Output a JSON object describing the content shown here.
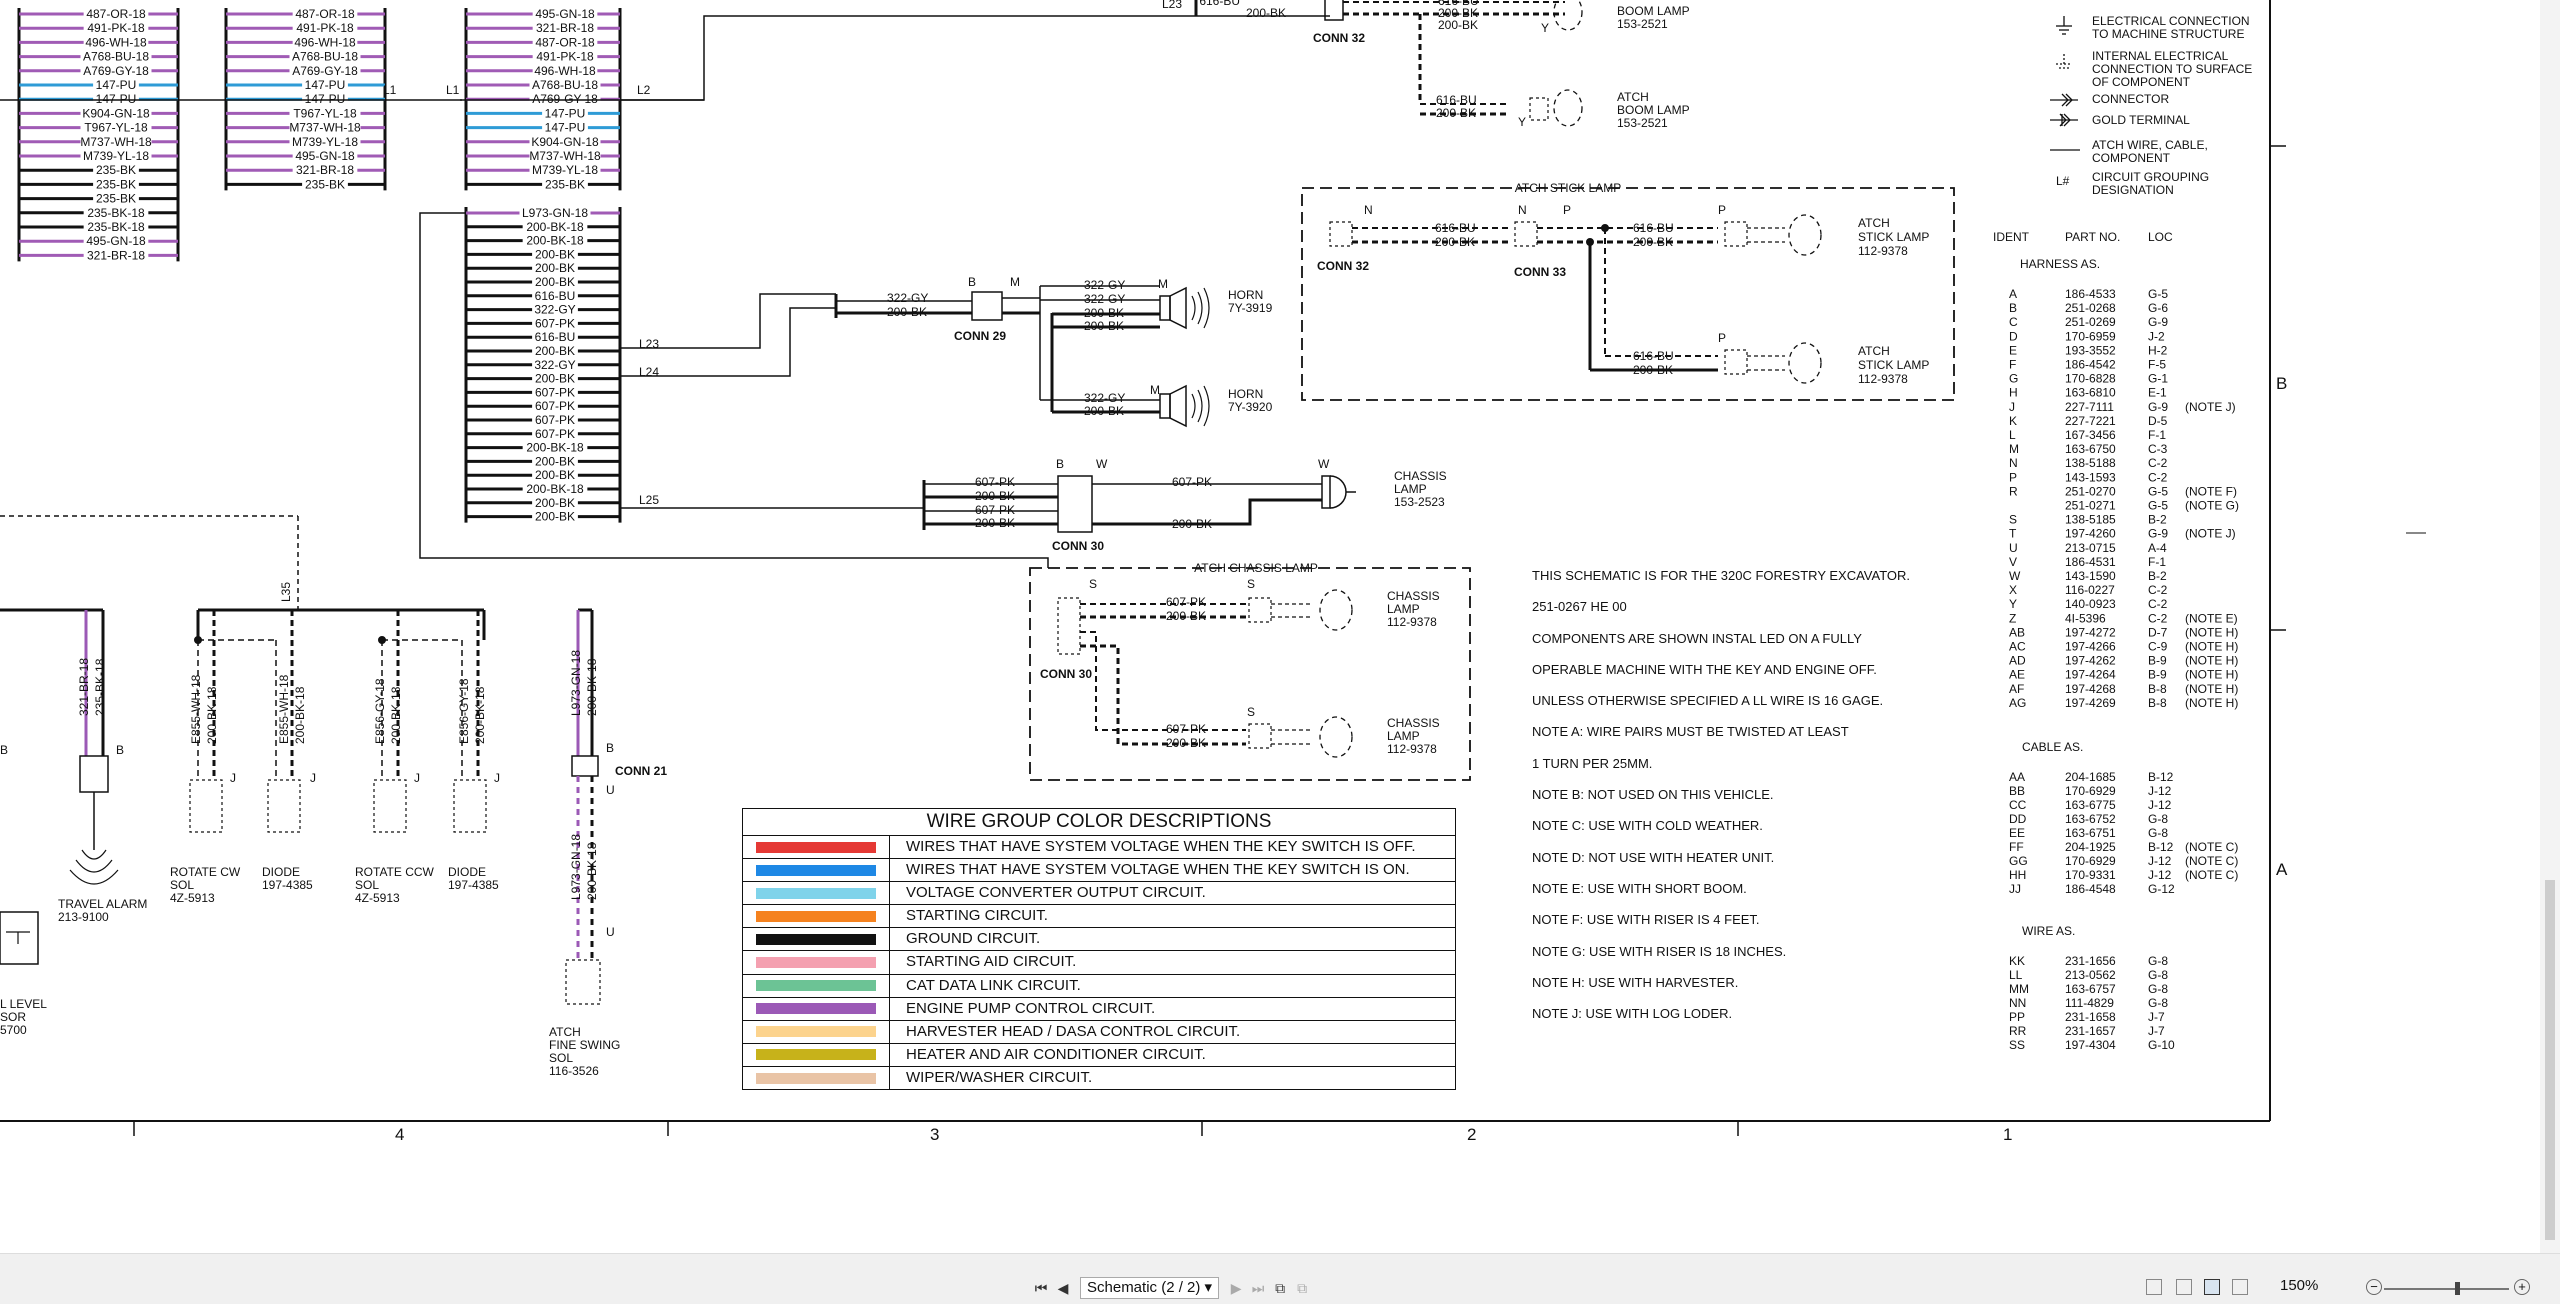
{
  "viewer": {
    "page_select": "Schematic (2 / 2)",
    "zoom": "150%",
    "first_icon": "first-page-icon",
    "prev_icon": "prev-page-icon",
    "next_icon": "next-page-icon",
    "last_icon": "last-page-icon"
  },
  "frame": {
    "columns": [
      "4",
      "3",
      "2",
      "1"
    ],
    "rows": [
      "B",
      "A"
    ]
  },
  "harness": {
    "col1": [
      "487-OR-18",
      "491-PK-18",
      "496-WH-18",
      "A768-BU-18",
      "A769-GY-18",
      "147-PU",
      "147-PU",
      "K904-GN-18",
      "T967-YL-18",
      "M737-WH-18",
      "M739-YL-18",
      "235-BK",
      "235-BK",
      "235-BK",
      "235-BK-18",
      "235-BK-18",
      "495-GN-18",
      "321-BR-18"
    ],
    "col2": [
      "487-OR-18",
      "491-PK-18",
      "496-WH-18",
      "A768-BU-18",
      "A769-GY-18",
      "147-PU",
      "147-PU",
      "T967-YL-18",
      "M737-WH-18",
      "M739-YL-18",
      "495-GN-18",
      "321-BR-18",
      "235-BK"
    ],
    "col3": [
      "495-GN-18",
      "321-BR-18",
      "487-OR-18",
      "491-PK-18",
      "496-WH-18",
      "A768-BU-18",
      "A769-GY-18",
      "147-PU",
      "147-PU",
      "K904-GN-18",
      "M737-WH-18",
      "M739-YL-18",
      "235-BK"
    ],
    "col3b": [
      "L973-GN-18",
      "200-BK-18",
      "200-BK-18",
      "200-BK",
      "200-BK",
      "200-BK",
      "616-BU",
      "322-GY",
      "607-PK",
      "616-BU",
      "200-BK",
      "322-GY",
      "200-BK",
      "607-PK",
      "607-PK",
      "607-PK",
      "607-PK",
      "200-BK-18",
      "200-BK",
      "200-BK",
      "200-BK-18",
      "200-BK",
      "200-BK"
    ],
    "line_labels": [
      "L1",
      "L1",
      "L2",
      "L23",
      "L24",
      "L25",
      "L35",
      "L23"
    ]
  },
  "components": {
    "boom1": {
      "w1": "616-BU",
      "w2": "200-BK",
      "w3": "200-BK",
      "w4": "616-BU",
      "w5": "200-BK",
      "name": "BOOM LAMP",
      "part": "153-2521",
      "conn": "CONN 32",
      "pin": "Y"
    },
    "boom2": {
      "w1": "616-BU",
      "w2": "200-BK",
      "name1": "ATCH",
      "name2": "BOOM LAMP",
      "part": "153-2521",
      "pin": "Y"
    },
    "stick": {
      "title": "ATCH STICK LAMP",
      "conn32": "CONN 32",
      "conn33": "CONN 33",
      "w1": "616-BU",
      "w2": "200-BK",
      "w3": "616-BU",
      "w4": "200-BK",
      "w5": "616-BU",
      "w6": "200-BK",
      "lamp1a": "ATCH",
      "lamp1b": "STICK LAMP",
      "lamp1c": "112-9378",
      "lamp2a": "ATCH",
      "lamp2b": "STICK LAMP",
      "lamp2c": "112-9378",
      "n": "N",
      "p": "P"
    },
    "horn": {
      "conn": "CONN 29",
      "w1": "322-GY",
      "w2": "200-BK",
      "w3": "322-GY",
      "w4": "322-GY",
      "w5": "200-BK",
      "w6": "200-BK",
      "w7": "322-GY",
      "w8": "200-BK",
      "h1a": "HORN",
      "h1b": "7Y-3919",
      "h2a": "HORN",
      "h2b": "7Y-3920",
      "b": "B",
      "m": "M"
    },
    "chassis": {
      "conn": "CONN 30",
      "w1": "607-PK",
      "w2": "200-BK",
      "w3": "607-PK",
      "w4": "200-BK",
      "w5": "607-PK",
      "w6": "200-BK",
      "l1": "CHASSIS",
      "l2": "LAMP",
      "l3": "153-2523",
      "b": "B",
      "w": "W"
    },
    "atch_chassis": {
      "title": "ATCH CHASSIS LAMP",
      "conn": "CONN 30",
      "w1": "607-PK",
      "w2": "200-BK",
      "w3": "607-PK",
      "w4": "200-BK",
      "la": "CHASSIS",
      "lb": "LAMP",
      "lc": "112-9378",
      "s": "S"
    },
    "bottom": {
      "w_alarm1": "321-BR-18",
      "w_alarm2": "235-BK-18",
      "alarm1": "TRAVEL ALARM",
      "alarm2": "213-9100",
      "b": "B",
      "rcw1": "ROTATE CW",
      "rcw2": "SOL",
      "rcw3": "4Z-5913",
      "d1a": "DIODE",
      "d1b": "197-4385",
      "rccw1": "ROTATE CCW",
      "rccw2": "SOL",
      "rccw3": "4Z-5913",
      "d2a": "DIODE",
      "d2b": "197-4385",
      "we1": "E855-WH-18",
      "we2": "200-BK-18",
      "we3": "E855-WH-18",
      "we4": "200-BK-18",
      "we5": "E856-GY-18",
      "we6": "200-BK-18",
      "we7": "E856-GY-18",
      "we8": "200-BK-18",
      "j": "J",
      "conn21": "CONN 21",
      "wl1": "L973-GN-18",
      "wl2": "200-BK-18",
      "wl3": "L973-GN-18",
      "wl4": "200-BK-18",
      "u": "U",
      "fs1": "ATCH",
      "fs2": "FINE SWING",
      "fs3": "SOL",
      "fs4": "116-3526",
      "lvl1": "L LEVEL",
      "lvl2": "SOR",
      "lvl3": "5700"
    }
  },
  "symbols": [
    {
      "icon": "ground-icon",
      "label": [
        "ELECTRICAL CONNECTION",
        "TO MACHINE STRUCTURE"
      ]
    },
    {
      "icon": "surface-ground-icon",
      "label": [
        "INTERNAL ELECTRICAL",
        "CONNECTION TO SURFACE",
        "OF COMPONENT"
      ]
    },
    {
      "icon": "connector-icon",
      "label": [
        "CONNECTOR"
      ]
    },
    {
      "icon": "gold-terminal-icon",
      "label": [
        "GOLD TERMINAL"
      ]
    },
    {
      "icon": "wire-icon",
      "label": [
        "ATCH WIRE, CABLE,",
        "COMPONENT"
      ]
    },
    {
      "icon": "grouping-icon",
      "sym": "L#",
      "label": [
        "CIRCUIT GROUPING",
        "DESIGNATION"
      ]
    }
  ],
  "parts": {
    "headers": [
      "IDENT",
      "PART NO.",
      "LOC"
    ],
    "harness_title": "HARNESS AS.",
    "harness": [
      [
        "A",
        "186-4533",
        "G-5",
        ""
      ],
      [
        "B",
        "251-0268",
        "G-6",
        ""
      ],
      [
        "C",
        "251-0269",
        "G-9",
        ""
      ],
      [
        "D",
        "170-6959",
        "J-2",
        ""
      ],
      [
        "E",
        "193-3552",
        "H-2",
        ""
      ],
      [
        "F",
        "186-4542",
        "F-5",
        ""
      ],
      [
        "G",
        "170-6828",
        "G-1",
        ""
      ],
      [
        "H",
        "163-6810",
        "E-1",
        ""
      ],
      [
        "J",
        "227-7111",
        "G-9",
        "(NOTE J)"
      ],
      [
        "K",
        "227-7221",
        "D-5",
        ""
      ],
      [
        "L",
        "167-3456",
        "F-1",
        ""
      ],
      [
        "M",
        "163-6750",
        "C-3",
        ""
      ],
      [
        "N",
        "138-5188",
        "C-2",
        ""
      ],
      [
        "P",
        "143-1593",
        "C-2",
        ""
      ],
      [
        "R",
        "251-0270",
        "G-5",
        "(NOTE F)"
      ],
      [
        "",
        "251-0271",
        "G-5",
        "(NOTE G)"
      ],
      [
        "S",
        "138-5185",
        "B-2",
        ""
      ],
      [
        "T",
        "197-4260",
        "G-9",
        "(NOTE J)"
      ],
      [
        "U",
        "213-0715",
        "A-4",
        ""
      ],
      [
        "V",
        "186-4531",
        "F-1",
        ""
      ],
      [
        "W",
        "143-1590",
        "B-2",
        ""
      ],
      [
        "X",
        "116-0227",
        "C-2",
        ""
      ],
      [
        "Y",
        "140-0923",
        "C-2",
        ""
      ],
      [
        "Z",
        "4I-5396",
        "C-2",
        "(NOTE E)"
      ],
      [
        "AB",
        "197-4272",
        "D-7",
        "(NOTE H)"
      ],
      [
        "AC",
        "197-4266",
        "C-9",
        "(NOTE H)"
      ],
      [
        "AD",
        "197-4262",
        "B-9",
        "(NOTE H)"
      ],
      [
        "AE",
        "197-4264",
        "B-9",
        "(NOTE H)"
      ],
      [
        "AF",
        "197-4268",
        "B-8",
        "(NOTE H)"
      ],
      [
        "AG",
        "197-4269",
        "B-8",
        "(NOTE H)"
      ]
    ],
    "cable_title": "CABLE AS.",
    "cable": [
      [
        "AA",
        "204-1685",
        "B-12",
        ""
      ],
      [
        "BB",
        "170-6929",
        "J-12",
        ""
      ],
      [
        "CC",
        "163-6775",
        "J-12",
        ""
      ],
      [
        "DD",
        "163-6752",
        "G-8",
        ""
      ],
      [
        "EE",
        "163-6751",
        "G-8",
        ""
      ],
      [
        "FF",
        "204-1925",
        "B-12",
        "(NOTE C)"
      ],
      [
        "GG",
        "170-6929",
        "J-12",
        "(NOTE C)"
      ],
      [
        "HH",
        "170-9331",
        "J-12",
        "(NOTE C)"
      ],
      [
        "JJ",
        "186-4548",
        "G-12",
        ""
      ]
    ],
    "wire_title": "WIRE AS.",
    "wire": [
      [
        "KK",
        "231-1656",
        "G-8"
      ],
      [
        "LL",
        "213-0562",
        "G-8"
      ],
      [
        "MM",
        "163-6757",
        "G-8"
      ],
      [
        "NN",
        "111-4829",
        "G-8"
      ],
      [
        "PP",
        "231-1658",
        "J-7"
      ],
      [
        "RR",
        "231-1657",
        "J-7"
      ],
      [
        "SS",
        "197-4304",
        "G-10"
      ]
    ]
  },
  "notes": [
    "THIS SCHEMATIC IS FOR THE 320C FORESTRY EXCAVATOR.",
    "251-0267 HE 00",
    "COMPONENTS ARE SHOWN INSTAL LED ON A FULLY",
    "OPERABLE MACHINE WITH THE KEY AND ENGINE OFF.",
    "UNLESS OTHERWISE SPECIFIED A LL WIRE IS 16 GAGE.",
    "NOTE A: WIRE PAIRS MUST BE TWISTED AT LEAST",
    "1 TURN PER 25MM.",
    "NOTE B: NOT USED ON THIS VEHICLE.",
    "NOTE C: USE WITH COLD WEATHER.",
    "NOTE D: NOT USE WITH HEATER UNIT.",
    "NOTE E: USE WITH SHORT BOOM.",
    "NOTE F: USE WITH RISER IS 4 FEET.",
    "NOTE G: USE WITH RISER IS 18 INCHES.",
    "NOTE H: USE WITH HARVESTER.",
    "NOTE J: USE WITH LOG LODER."
  ],
  "legend": {
    "title": "WIRE GROUP COLOR DESCRIPTIONS",
    "rows": [
      {
        "color": "#e53935",
        "label": "WIRES THAT HAVE SYSTEM VOLTAGE WHEN THE KEY SWITCH IS OFF."
      },
      {
        "color": "#1e88e5",
        "label": "WIRES THAT HAVE SYSTEM VOLTAGE WHEN THE KEY SWITCH IS ON."
      },
      {
        "color": "#7fd3ea",
        "label": "VOLTAGE CONVERTER OUTPUT CIRCUIT."
      },
      {
        "color": "#f5821f",
        "label": "STARTING CIRCUIT."
      },
      {
        "color": "#111111",
        "label": "GROUND CIRCUIT."
      },
      {
        "color": "#f4a0b0",
        "label": "STARTING AID CIRCUIT."
      },
      {
        "color": "#6cc395",
        "label": "CAT DATA LINK CIRCUIT."
      },
      {
        "color": "#9b59b6",
        "label": "ENGINE PUMP CONTROL CIRCUIT."
      },
      {
        "color": "#fcd38d",
        "label": "HARVESTER HEAD / DASA CONTROL CIRCUIT."
      },
      {
        "color": "#c7b21a",
        "label": "HEATER AND AIR CONDITIONER CIRCUIT."
      },
      {
        "color": "#e9c4a6",
        "label": "WIPER/WASHER CIRCUIT."
      }
    ]
  }
}
